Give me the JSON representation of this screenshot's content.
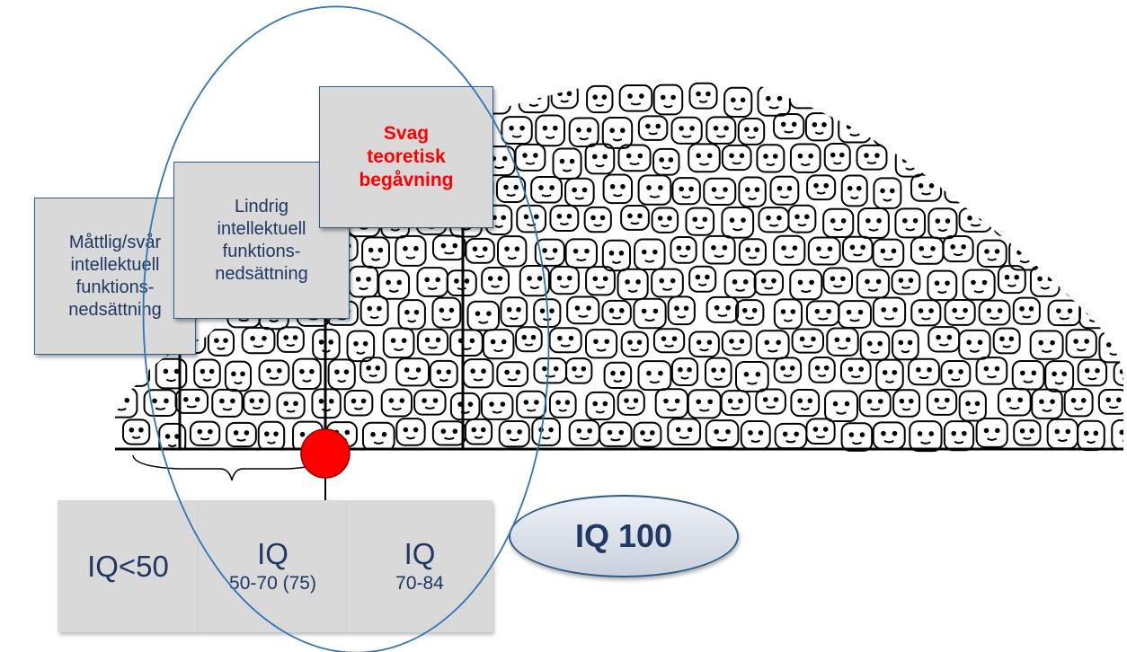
{
  "labels": {
    "moderate": [
      "Måttlig/svår",
      "intellektuell",
      "funktions-",
      "nedsättning"
    ],
    "mild": [
      "Lindrig",
      "intellektuell",
      "funktions-",
      "nedsättning"
    ],
    "weak": [
      "Svag",
      "teoretisk",
      "begåvning"
    ]
  },
  "iq_boxes": {
    "low": "IQ<50",
    "mild_title": "IQ",
    "mild_range": "50-70 (75)",
    "weak_title": "IQ",
    "weak_range": "70-84"
  },
  "iq100": "IQ 100",
  "colors": {
    "box_fill": "#d9d9d9",
    "text_blue": "#1f3864",
    "highlight_red": "#ff0000",
    "ellipse_blue": "#2e75b6"
  },
  "icons": [
    "crowd-drawing",
    "red-marker-dot"
  ]
}
